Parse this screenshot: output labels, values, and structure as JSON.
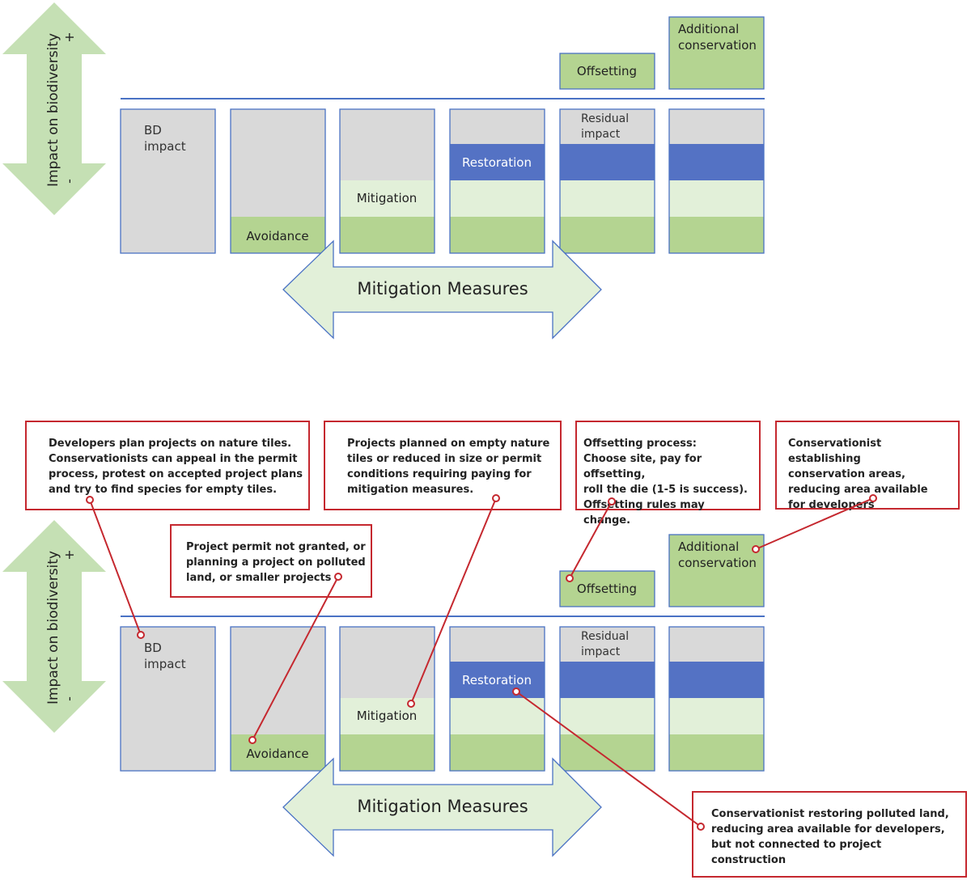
{
  "colors": {
    "gray": "#d9d9d9",
    "light_green": "#e2f0d9",
    "mid_green": "#b4d491",
    "blue": "#5472c4",
    "border": "#4a72c4",
    "arrow_fill": "#e2f0d9",
    "vertical_arrow_fill": "#c5e0b4",
    "annotation_red": "#c5282f"
  },
  "panels": [
    {
      "vertical_axis": {
        "label": "Impact on biodiversity",
        "plus": "+",
        "minus": "-"
      },
      "columns": [
        {
          "label": "BD\nimpact"
        },
        {
          "label": "Avoidance"
        },
        {
          "label": "Mitigation"
        },
        {
          "label": "Restoration"
        },
        {
          "label": "Residual\nimpact",
          "above": "Offsetting"
        },
        {
          "label": "",
          "above": "Additional\nconservation"
        }
      ],
      "arrow_label": "Mitigation Measures"
    },
    {
      "vertical_axis": {
        "label": "Impact on biodiversity",
        "plus": "+",
        "minus": "-"
      },
      "columns": [
        {
          "label": "BD\nimpact"
        },
        {
          "label": "Avoidance"
        },
        {
          "label": "Mitigation"
        },
        {
          "label": "Restoration"
        },
        {
          "label": "Residual\nimpact",
          "above": "Offsetting"
        },
        {
          "label": "",
          "above": "Additional\nconservation"
        }
      ],
      "arrow_label": "Mitigation Measures"
    }
  ],
  "annotations": [
    {
      "text": "Developers plan projects on nature tiles.\nConservationists can appeal in the permit\nprocess, protest on accepted project plans\nand try to find species for empty tiles."
    },
    {
      "text": "Projects planned on empty nature\ntiles or reduced in size or permit\nconditions requiring paying for\nmitigation measures."
    },
    {
      "text": "Offsetting process:\nChoose site, pay for offsetting,\nroll the die (1-5 is success).\nOffsetting rules may change."
    },
    {
      "text": "Conservationist establishing\nconservation areas,\nreducing area available\nfor developers"
    },
    {
      "text": "Project permit not granted, or\nplanning a project on polluted\nland,  or smaller projects"
    },
    {
      "text": "Conservationist restoring polluted land,\nreducing area available for developers,\nbut not connected to project\nconstruction"
    }
  ]
}
